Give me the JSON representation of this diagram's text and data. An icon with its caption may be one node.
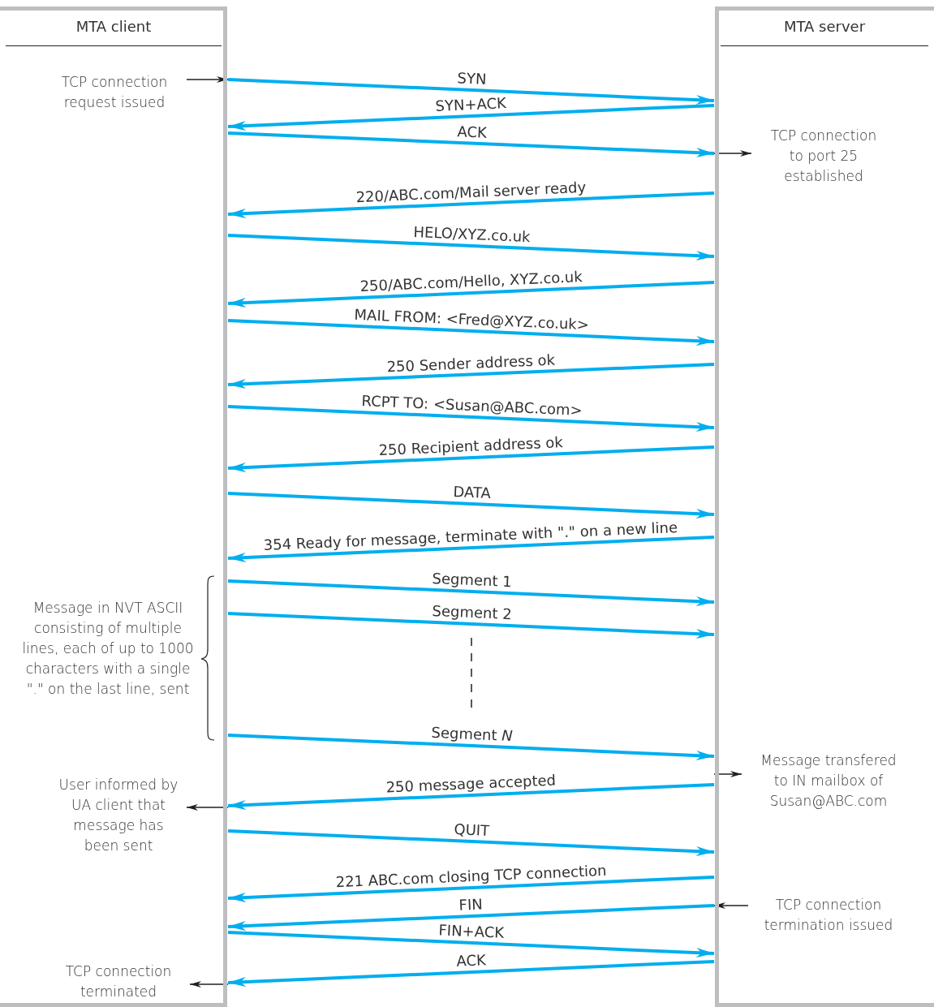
{
  "diagram": {
    "nodes": [
      {
        "text": [
          "MTA client"
        ]
      },
      {
        "text": [
          "MTA server"
        ]
      },
      {
        "text": [
          "TCP connection request issued"
        ],
        "in": 0
      },
      {
        "text": [
          "TCP connection to port 25 established"
        ],
        "in": 1
      },
      {
        "text": [
          "Message in NVT ASCII consisting of multiple lines, each of up to 1000 characters with a single \".\" on the last line, sent"
        ],
        "in": 0
      },
      {
        "text": [
          "Message transfered to IN mailbox of Susan@ABC.com"
        ],
        "in": 1
      },
      {
        "text": [
          "User informed by UA client that message has been sent"
        ],
        "in": 0
      },
      {
        "text": [
          "TCP connection termination issued"
        ],
        "in": 1
      },
      {
        "text": [
          "TCP connection terminated"
        ],
        "in": 0
      }
    ],
    "edges": [
      {
        "from": 2,
        "to": 0,
        "arrow": "to",
        "color": "#231f20"
      },
      {
        "from": 0,
        "to": 1,
        "arrow": "to",
        "label": "SYN"
      },
      {
        "from": 1,
        "to": 0,
        "arrow": "to",
        "label": "SYN+ACK"
      },
      {
        "from": 0,
        "to": 1,
        "arrow": "to",
        "label": "ACK"
      },
      {
        "from": 1,
        "to": 3,
        "arrow": "to",
        "color": "#231f20"
      },
      {
        "from": 1,
        "to": 0,
        "arrow": "to",
        "label": "220/ABC.com/Mail server ready"
      },
      {
        "from": 0,
        "to": 1,
        "arrow": "to",
        "label": "HELO/XYZ.co.uk"
      },
      {
        "from": 1,
        "to": 0,
        "arrow": "to",
        "label": "250/ABC.com/Hello, XYZ.co.uk"
      },
      {
        "from": 0,
        "to": 1,
        "arrow": "to",
        "label": "MAIL FROM: <Fred@XYZ.co.uk>"
      },
      {
        "from": 1,
        "to": 0,
        "arrow": "to",
        "label": "250 Sender address ok"
      },
      {
        "from": 0,
        "to": 1,
        "arrow": "to",
        "label": "RCPT TO: <Susan@ABC.com>"
      },
      {
        "from": 1,
        "to": 0,
        "arrow": "to",
        "label": "250 Recipient address ok"
      },
      {
        "from": 0,
        "to": 1,
        "arrow": "to",
        "label": "DATA"
      },
      {
        "from": 1,
        "to": 0,
        "arrow": "to",
        "label": "354 Ready for message, terminate with \".\" on a new line"
      },
      {
        "from": 0,
        "to": 1,
        "arrow": "to",
        "label": "Segment 1"
      },
      {
        "from": 0,
        "to": 1,
        "arrow": "to",
        "label": "Segment 2"
      },
      {
        "from": 0,
        "to": 1,
        "arrow": "to",
        "label": "Segment *N*"
      },
      {
        "from": 1,
        "to": 5,
        "arrow": "to",
        "color": "#231f20"
      },
      {
        "from": 1,
        "to": 0,
        "arrow": "to",
        "label": "250 message accepted"
      },
      {
        "from": 0,
        "to": 6,
        "arrow": "to",
        "color": "#231f20"
      },
      {
        "from": 0,
        "to": 1,
        "arrow": "to",
        "label": "QUIT"
      },
      {
        "from": 1,
        "to": 0,
        "arrow": "to",
        "label": "221 ABC.com closing TCP connection"
      },
      {
        "from": 7,
        "to": 1,
        "arrow": "to",
        "color": "#231f20"
      },
      {
        "from": 1,
        "to": 0,
        "arrow": "to",
        "label": "FIN"
      },
      {
        "from": 0,
        "to": 1,
        "arrow": "to",
        "label": "FIN+ACK"
      },
      {
        "from": 1,
        "to": 0,
        "arrow": "to",
        "label": "ACK"
      },
      {
        "from": 0,
        "to": 8,
        "arrow": "to",
        "color": "#231f20"
      }
    ]
  }
}
